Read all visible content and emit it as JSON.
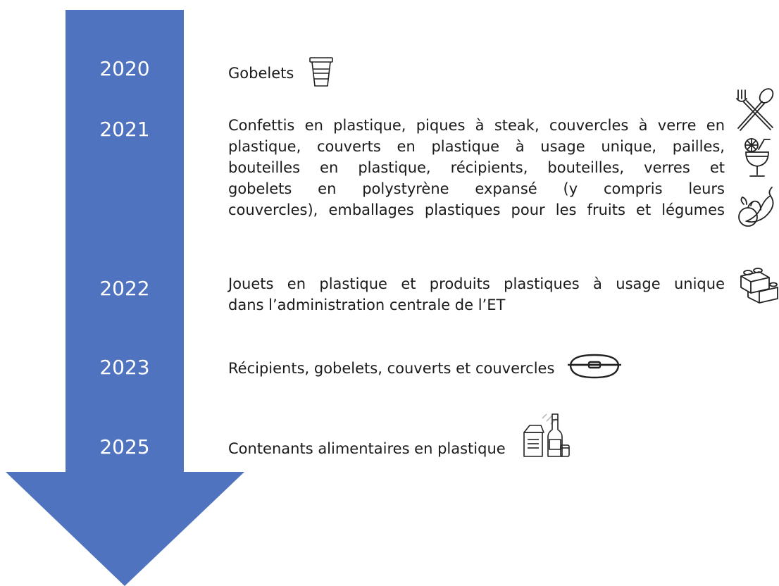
{
  "colors": {
    "arrow": "#4f73bf",
    "year_text": "#ffffff",
    "body_text": "#1a1a1a",
    "icon_stroke": "#222222"
  },
  "timeline": [
    {
      "year": "2020",
      "lines": [
        "Gobelets"
      ],
      "icons": [
        "cup-icon"
      ]
    },
    {
      "year": "2021",
      "lines": [
        "Confettis en plastique, piques à steak, couvercles à verre en",
        "plastique, couverts en plastique à usage unique, pailles,",
        "bouteilles en plastique, récipients, bouteilles, verres et",
        "gobelets en polystyrène expansé (y compris leurs",
        "couvercles), emballages plastiques pour les fruits et légumes"
      ],
      "icons": [
        "cutlery-icon",
        "cocktail-icon",
        "fruit-vegetable-icon"
      ]
    },
    {
      "year": "2022",
      "lines": [
        "Jouets en plastique et produits plastiques à usage unique",
        "dans l’administration centrale de l’ET"
      ],
      "icons": [
        "toy-brick-icon"
      ]
    },
    {
      "year": "2023",
      "lines": [
        "Récipients, gobelets, couverts et couvercles"
      ],
      "icons": [
        "food-container-icon"
      ]
    },
    {
      "year": "2025",
      "lines": [
        "Contenants alimentaires en plastique"
      ],
      "icons": [
        "food-packaging-icon"
      ]
    }
  ]
}
